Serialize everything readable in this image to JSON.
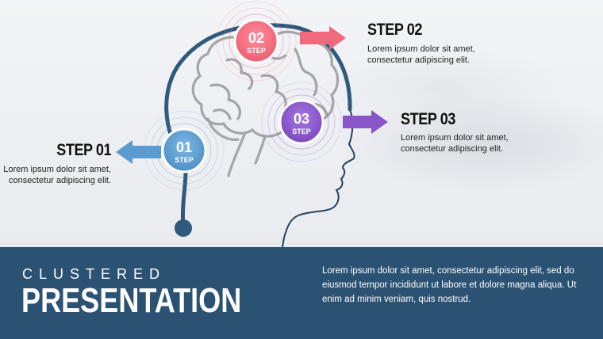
{
  "steps": [
    {
      "number": "01",
      "label": "STEP",
      "title": "STEP 01",
      "desc_line1": "Lorem ipsum dolor sit amet,",
      "desc_line2": "consectetur adipiscing elit.",
      "color": "#5a9bd0"
    },
    {
      "number": "02",
      "label": "STEP",
      "title": "STEP 02",
      "desc_line1": "Lorem ipsum dolor sit amet,",
      "desc_line2": "consectetur adipiscing elit.",
      "color": "#f06a7c"
    },
    {
      "number": "03",
      "label": "STEP",
      "title": "STEP 03",
      "desc_line1": "Lorem ipsum dolor sit amet,",
      "desc_line2": "consectetur adipiscing elit.",
      "color": "#8a55c9"
    }
  ],
  "footer": {
    "kicker": "CLUSTERED",
    "title": "PRESENTATION",
    "body_line1": "Lorem ipsum dolor sit amet, consectetur adipiscing elit, sed do",
    "body_line2": "eiusmod tempor incididunt ut labore et dolore magna aliqua. Ut",
    "body_line3": "enim ad minim veniam, quis nostrud."
  },
  "colors": {
    "footer_bg": "#2b5273",
    "head_outline": "#2f5a7c",
    "brain": "#a8a8a8"
  }
}
